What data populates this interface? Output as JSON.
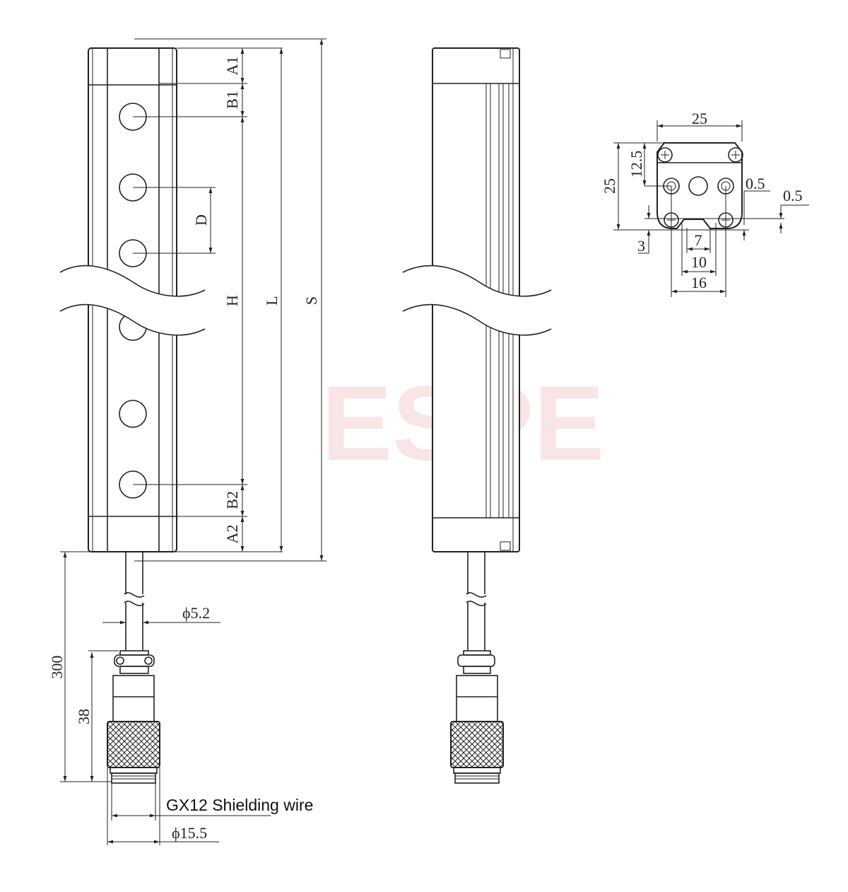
{
  "watermark": {
    "logo_text": "ESPE",
    "color": "#f3c6c6"
  },
  "front_view": {
    "dims": {
      "A1": "A1",
      "B1": "B1",
      "D": "D",
      "H": "H",
      "L": "L",
      "S": "S",
      "B2": "B2",
      "A2": "A2"
    },
    "cable_diameter": "ϕ5.2",
    "cable_length": "300",
    "connector_length": "38",
    "connector_label": "GX12 Shielding wire",
    "connector_diameter": "ϕ15.5"
  },
  "cross_section": {
    "width": "25",
    "height": "25",
    "half_height": "12.5",
    "gap_right": "0.5",
    "gap_far_right": "0.5",
    "bottom_offset": "3",
    "slot_inner": "7",
    "slot_outer": "10",
    "hole_spacing": "16"
  }
}
